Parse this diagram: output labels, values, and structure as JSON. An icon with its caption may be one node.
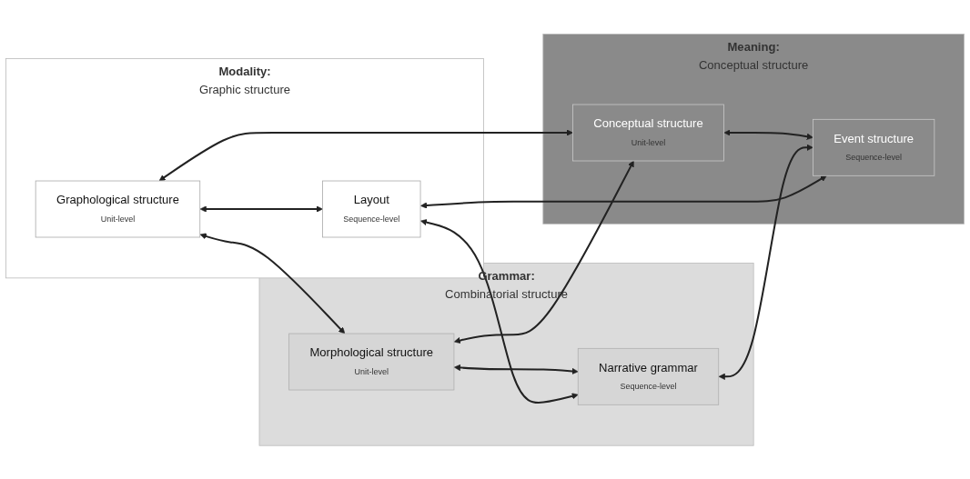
{
  "diagram": {
    "nodes": [
      {
        "text": [
          "Modality:",
          "Graphic structure"
        ]
      },
      {
        "text": [
          "Graphological structure",
          "Unit-level"
        ],
        "in": 0
      },
      {
        "text": [
          "Layout",
          "Sequence-level"
        ],
        "in": 0
      },
      {
        "text": [
          "Grammar:",
          "Combinatorial structure"
        ]
      },
      {
        "text": [
          "Morphological structure",
          "Unit-level"
        ],
        "in": 3
      },
      {
        "text": [
          "Narrative grammar",
          "Sequence-level"
        ],
        "in": 3
      },
      {
        "text": [
          "Meaning:",
          "Conceptual structure"
        ]
      },
      {
        "text": [
          "Conceptual structure",
          "Unit-level"
        ],
        "in": 6
      },
      {
        "text": [
          "Event structure",
          "Sequence-level"
        ],
        "in": 6
      }
    ],
    "edges": [
      {
        "from": 1,
        "to": 7,
        "arrow": "both"
      },
      {
        "from": 1,
        "to": 4,
        "arrow": "both"
      },
      {
        "from": 4,
        "to": 7,
        "arrow": "both"
      },
      {
        "from": 1,
        "to": 2,
        "arrow": "both"
      },
      {
        "from": 4,
        "to": 5,
        "arrow": "both"
      },
      {
        "from": 7,
        "to": 8,
        "arrow": "both"
      },
      {
        "from": 2,
        "to": 5,
        "arrow": "both"
      },
      {
        "from": 5,
        "to": 8,
        "arrow": "both"
      },
      {
        "from": 2,
        "to": 8,
        "arrow": "both"
      }
    ]
  }
}
